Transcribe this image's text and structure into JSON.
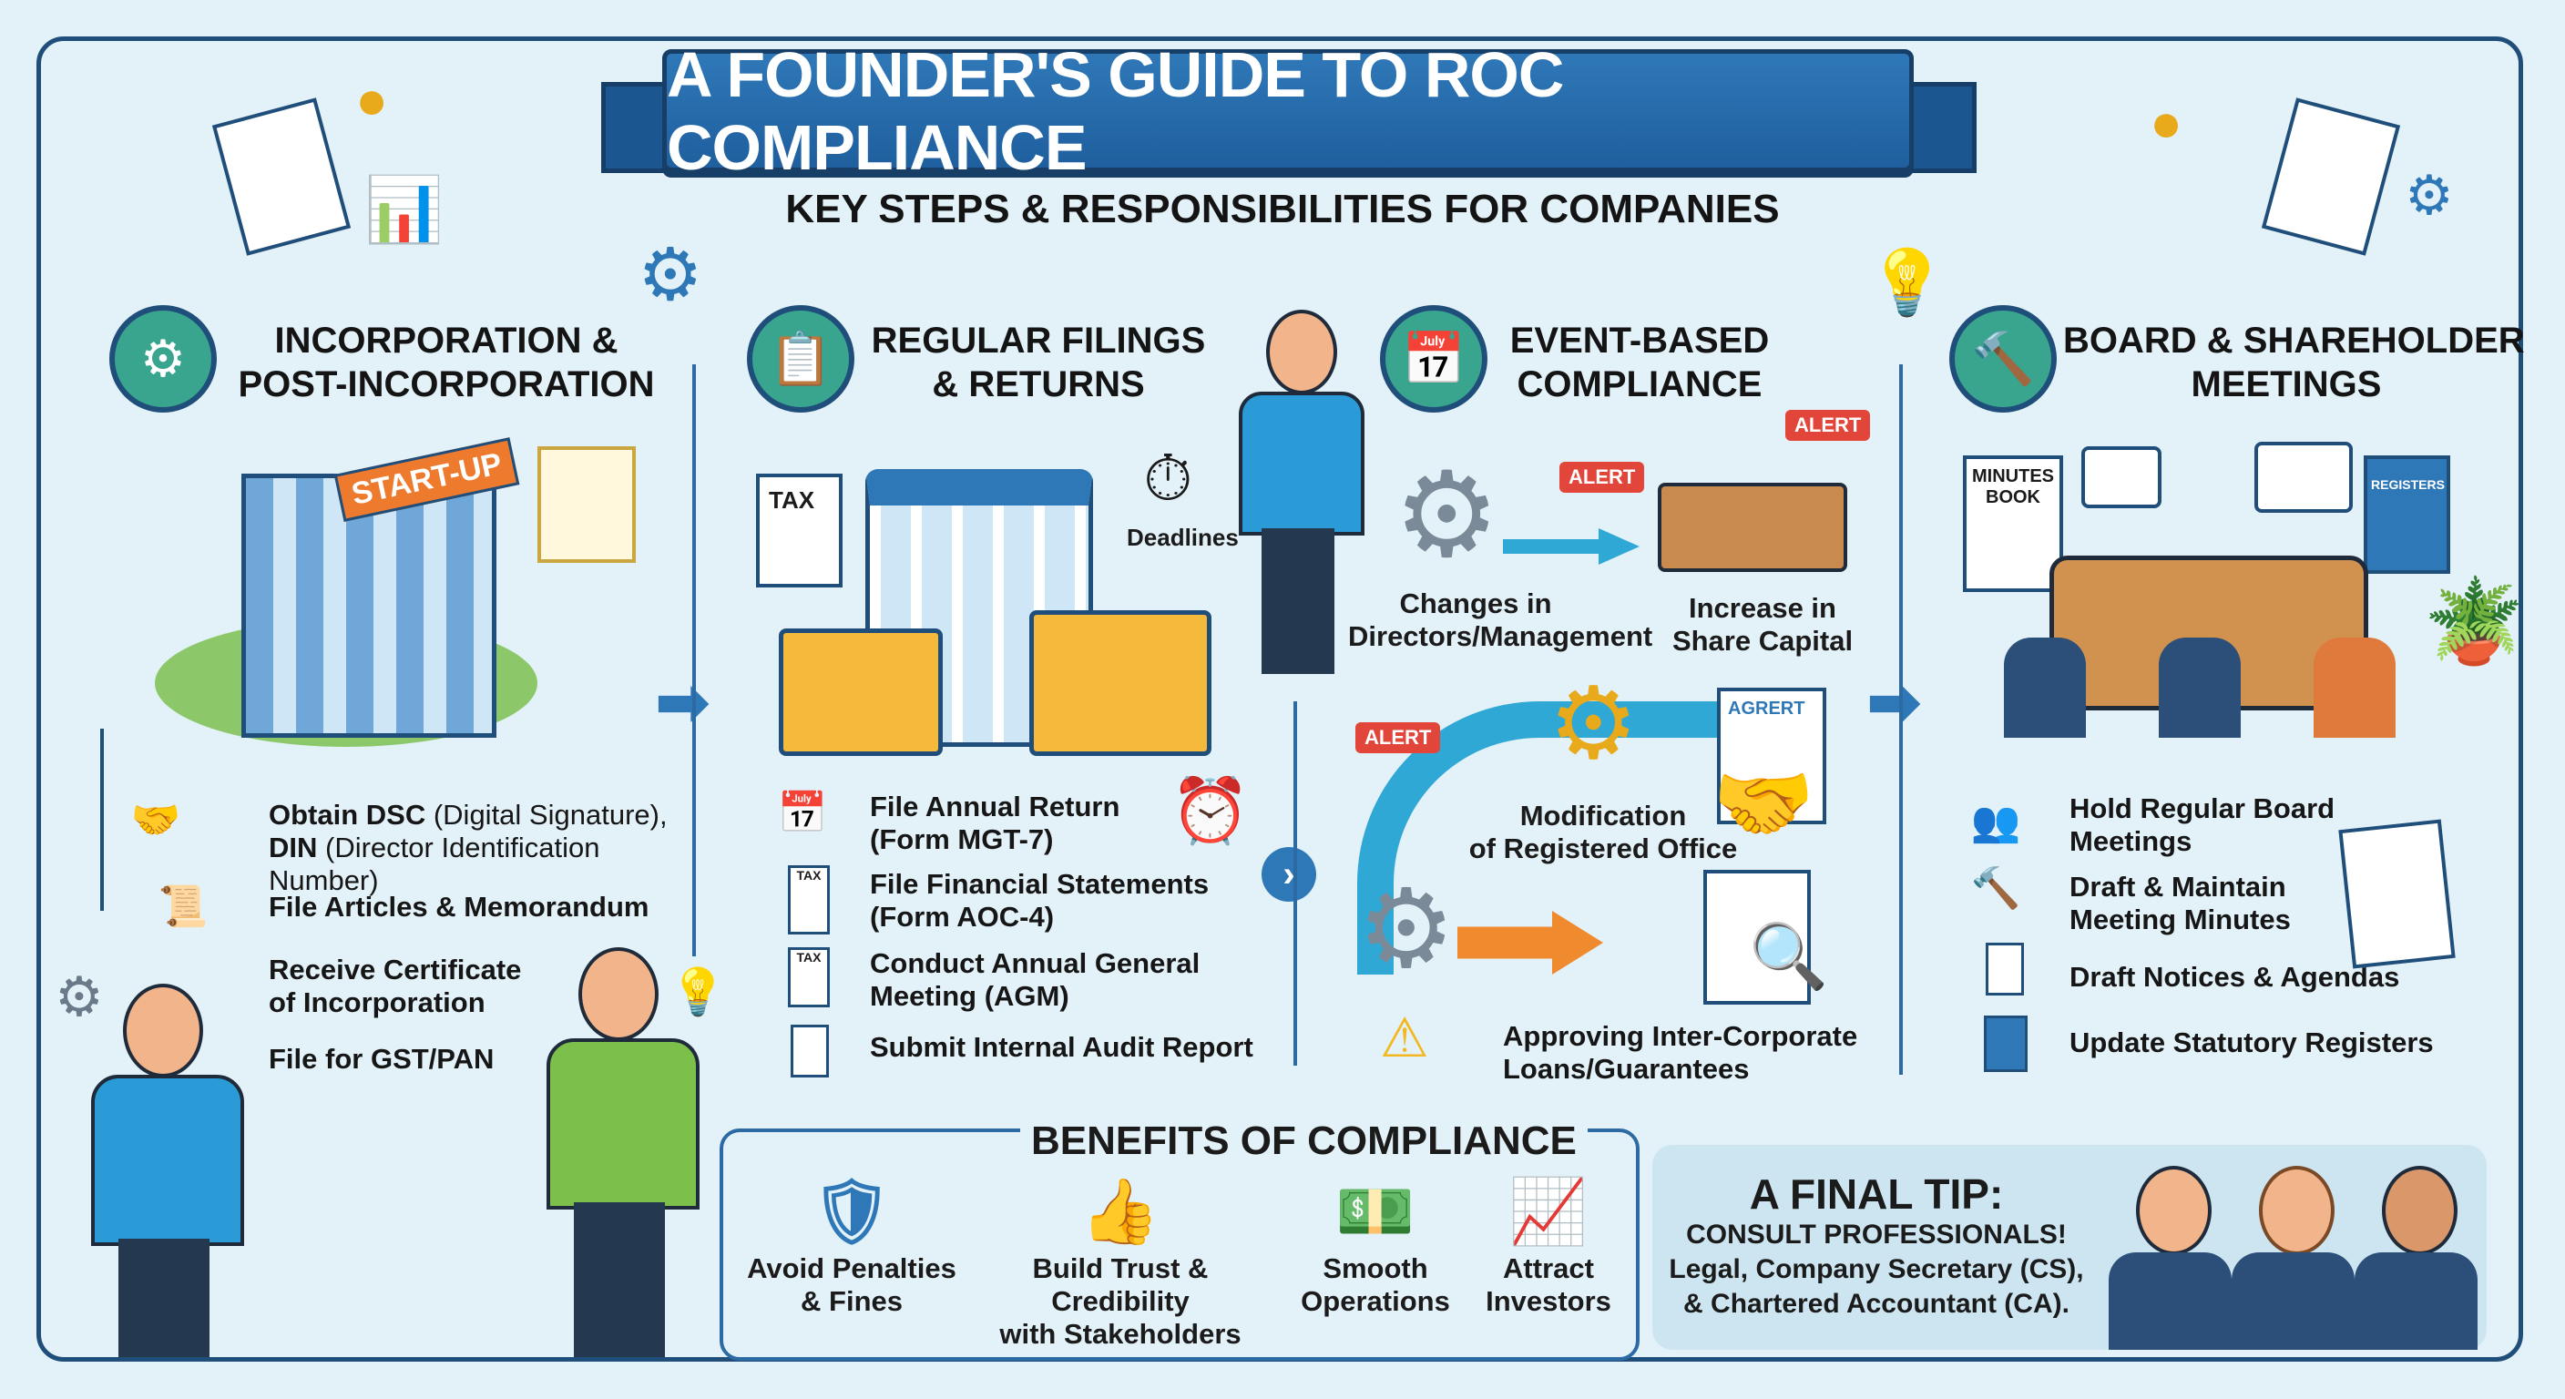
{
  "title": "A FOUNDER'S GUIDE TO ROC COMPLIANCE",
  "subtitle": "KEY STEPS & RESPONSIBILITIES FOR COMPANIES",
  "colors": {
    "primary": "#2f78b8",
    "dark": "#1f4e7a",
    "teal": "#3aa58f",
    "background": "#e3f1f8",
    "alert": "#e2463a"
  },
  "sections": {
    "incorporation": {
      "heading_line1": "INCORPORATION &",
      "heading_line2": "POST-INCORPORATION",
      "icon": "gear-icon",
      "sign": "START-UP",
      "items": [
        {
          "bold1": "Obtain DSC",
          "light1": " (Digital Signature),",
          "bold2": "DIN",
          "light2": " (Director Identification Number)",
          "icon": "handshake-icon"
        },
        {
          "text": "File Articles & Memorandum",
          "icon": "certificate-icon"
        },
        {
          "line1": "Receive Certificate",
          "line2": "of Incorporation"
        },
        {
          "text": "File for GST/PAN"
        }
      ]
    },
    "regular": {
      "heading_line1": "REGULAR FILINGS",
      "heading_line2": "& RETURNS",
      "icon": "clipboard-check-icon",
      "tax_label": "TAX",
      "deadlines_label": "Deadlines",
      "items": [
        {
          "line1": "File Annual Return",
          "line2": "(Form MGT-7)",
          "icon": "calendar-icon"
        },
        {
          "line1": "File Financial Statements",
          "line2": "(Form AOC-4)",
          "icon": "tax-document-icon",
          "badge": "TAX"
        },
        {
          "line1": "Conduct Annual General",
          "line2": "Meeting (AGM)",
          "icon": "tax-document-pen-icon",
          "badge": "TAX"
        },
        {
          "line1": "Submit Internal Audit Report",
          "icon": "report-icon"
        }
      ]
    },
    "event": {
      "heading_line1": "EVENT-BASED",
      "heading_line2": "COMPLIANCE",
      "icon": "calendar-icon",
      "alert_label": "ALERT",
      "agreement_label": "AGRERT",
      "items": [
        {
          "line1": "Changes in",
          "line2": "Directors/Management"
        },
        {
          "line1": "Increase in",
          "line2": "Share Capital"
        },
        {
          "line1": "Modification",
          "line2": "of Registered Office"
        },
        {
          "line1": "Approving Inter-Corporate",
          "line2": "Loans/Guarantees",
          "icon": "warning-icon"
        }
      ]
    },
    "board": {
      "heading_line1": "BOARD & SHAREHOLDER",
      "heading_line2": "MEETINGS",
      "icon": "gavel-icon",
      "minutes_label_1": "MINUTES",
      "minutes_label_2": "BOOK",
      "registers_label": "REGISTERS",
      "items": [
        {
          "line1": "Hold Regular Board",
          "line2": "Meetings",
          "icon": "board-meeting-icon"
        },
        {
          "line1": "Draft & Maintain",
          "line2": "Meeting Minutes",
          "icon": "gavel-icon"
        },
        {
          "line1": "Draft Notices & Agendas",
          "icon": "document-icon"
        },
        {
          "line1": "Update Statutory Registers",
          "icon": "register-book-icon"
        }
      ]
    }
  },
  "benefits": {
    "title": "BENEFITS OF COMPLIANCE",
    "items": [
      {
        "line1": "Avoid Penalties",
        "line2": "& Fines",
        "icon": "shield-check-icon"
      },
      {
        "line1": "Build Trust & Credibility",
        "line2": "with Stakeholders",
        "icon": "thumbs-up-icon"
      },
      {
        "line1": "Smooth",
        "line2": "Operations",
        "icon": "money-icon"
      },
      {
        "line1": "Attract",
        "line2": "Investors",
        "icon": "growth-chart-icon"
      }
    ]
  },
  "final_tip": {
    "title": "A FINAL TIP:",
    "line1": "CONSULT PROFESSIONALS!",
    "line2": "Legal, Company Secretary (CS),",
    "line3": "& Chartered Accountant (CA)."
  }
}
